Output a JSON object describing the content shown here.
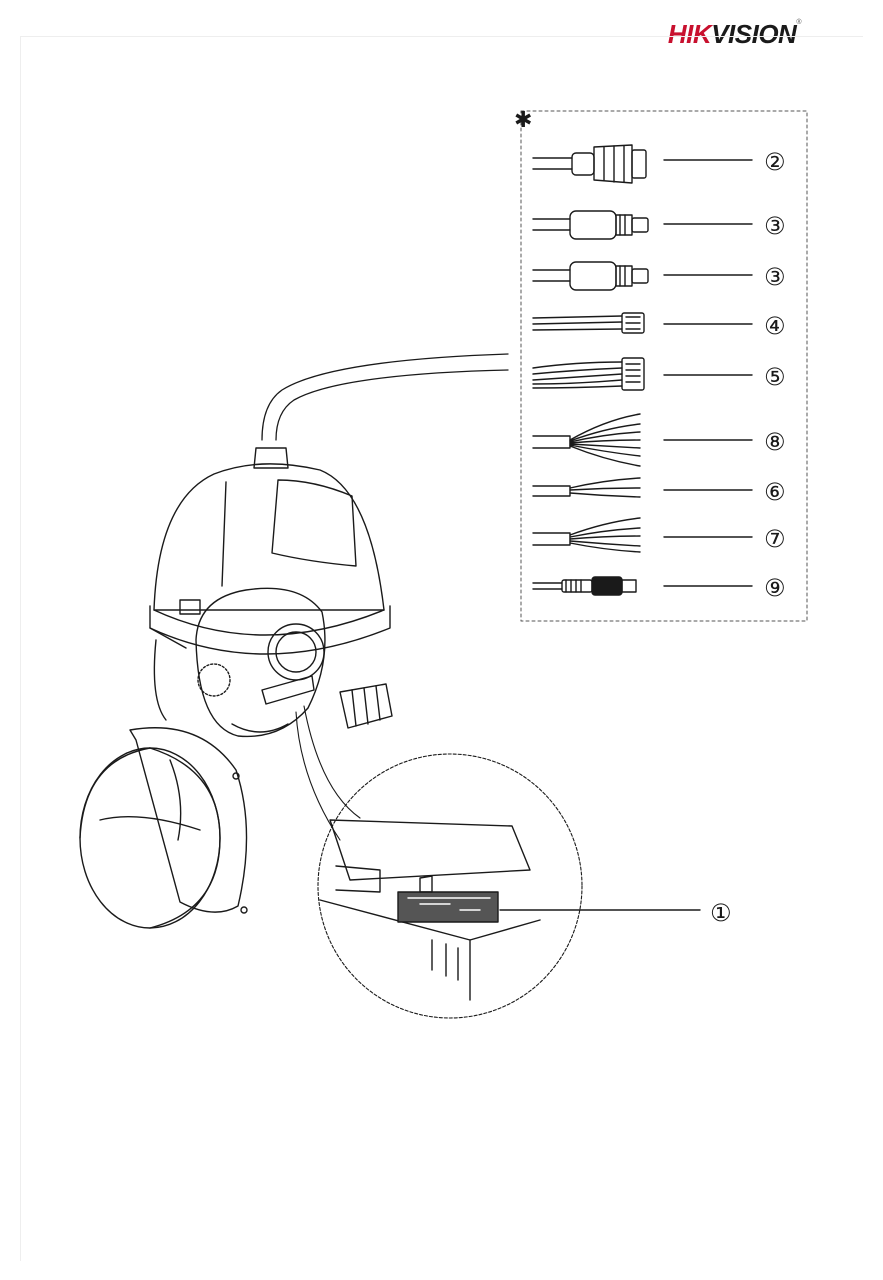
{
  "header": {
    "logo_text_red": "HIK",
    "logo_text_dark": "VISION",
    "logo_mark": "®"
  },
  "diagram": {
    "optional_marker": "✱",
    "callouts": {
      "c1": "①",
      "c2": "②",
      "c3a": "③",
      "c3b": "③",
      "c4": "④",
      "c5": "⑤",
      "c8": "⑧",
      "c6": "⑥",
      "c7": "⑦",
      "c9": "⑨"
    }
  },
  "colors": {
    "brand_red": "#c8102e",
    "line": "#1a1a1a",
    "dash_border": "#555555"
  }
}
